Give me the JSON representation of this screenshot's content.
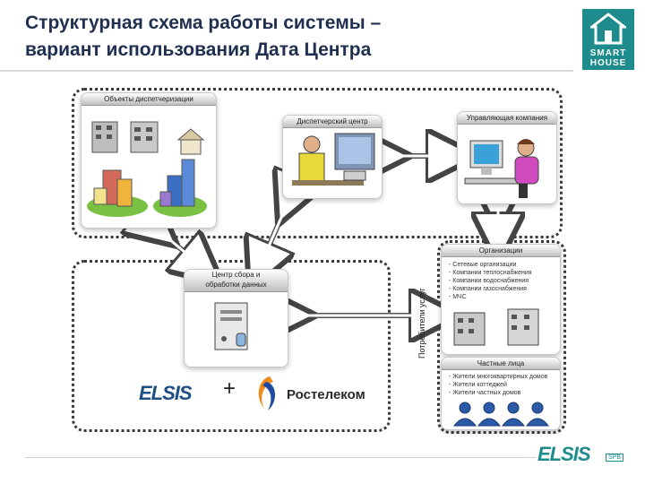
{
  "header": {
    "title_line1": "Структурная схема работы системы –",
    "title_line2": "вариант использования Дата Центра",
    "logo_line1": "SMART",
    "logo_line2": "HOUSE"
  },
  "diagram": {
    "objects_label": "Объекты диспетчеризации",
    "dispatch_label": "Диспетчерский центр",
    "management_label": "Управляющая компания",
    "center_label_line1": "Центр сбора и",
    "center_label_line2": "обработки данных",
    "consumers_label": "Потребители услуг",
    "organizations": {
      "label": "Организации",
      "items": [
        "- Сетевые организации",
        "- Компании теплоснабжения",
        "- Компании водоснабжения",
        "- Компании газоснабжения",
        "- МЧС"
      ]
    },
    "private": {
      "label": "Частные лица",
      "items": [
        "- Жители многоквартирных домов",
        "- Жители коттеджей",
        "- Жители частных домов"
      ]
    },
    "partners": {
      "elsis": "ELSIS",
      "plus": "+",
      "rostelecom": "Ростелеком"
    }
  },
  "footer": {
    "brand": "ELSIS",
    "tag": "SPB"
  },
  "colors": {
    "title": "#1f2f4f",
    "brand_teal": "#1e8c8c",
    "elsis_blue": "#1e4f85",
    "rostelecom_blue": "#1f4aa0",
    "rostelecom_orange": "#f28a1a"
  }
}
